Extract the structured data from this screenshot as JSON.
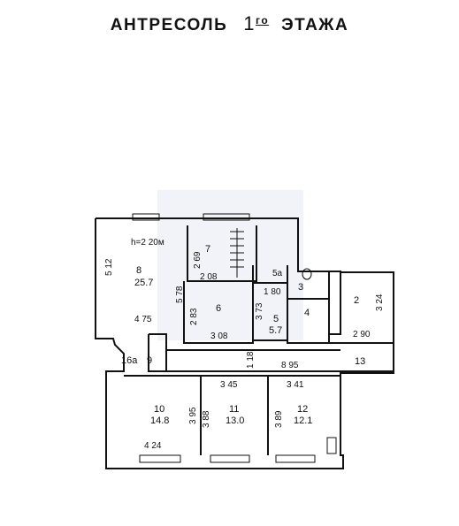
{
  "title": {
    "text": "АНТРЕСОЛЬ",
    "floor_number": "1",
    "floor_suffix": "го",
    "floor_word": "ЭТАЖА"
  },
  "height_note": "h=2 20м",
  "rooms": {
    "r8": {
      "number": "8",
      "area": "25.7"
    },
    "r7": {
      "number": "7"
    },
    "r6": {
      "number": "6"
    },
    "r5": {
      "number": "5",
      "area": "5.7"
    },
    "r5a": {
      "number": "5а"
    },
    "r4": {
      "number": "4"
    },
    "r3": {
      "number": "3"
    },
    "r2": {
      "number": "2"
    },
    "r16a": {
      "number": "16а"
    },
    "r9": {
      "number": "9"
    },
    "r13": {
      "number": "13"
    },
    "r10": {
      "number": "10",
      "area": "14.8"
    },
    "r11": {
      "number": "11",
      "area": "13.0"
    },
    "r12": {
      "number": "12",
      "area": "12.1"
    }
  },
  "dimensions": {
    "d512": "5 12",
    "d269": "2 69",
    "d208": "2 08",
    "d578": "5 78",
    "d283": "2 83",
    "d475": "4 75",
    "d308": "3 08",
    "d180": "1 80",
    "d373": "3 73",
    "d324": "3 24",
    "d290": "2 90",
    "d118": "1 18",
    "d895": "8 95",
    "d345": "3 45",
    "d341": "3 41",
    "d395": "3 95",
    "d388": "3 88",
    "d389": "3 89",
    "d424": "4 24"
  }
}
